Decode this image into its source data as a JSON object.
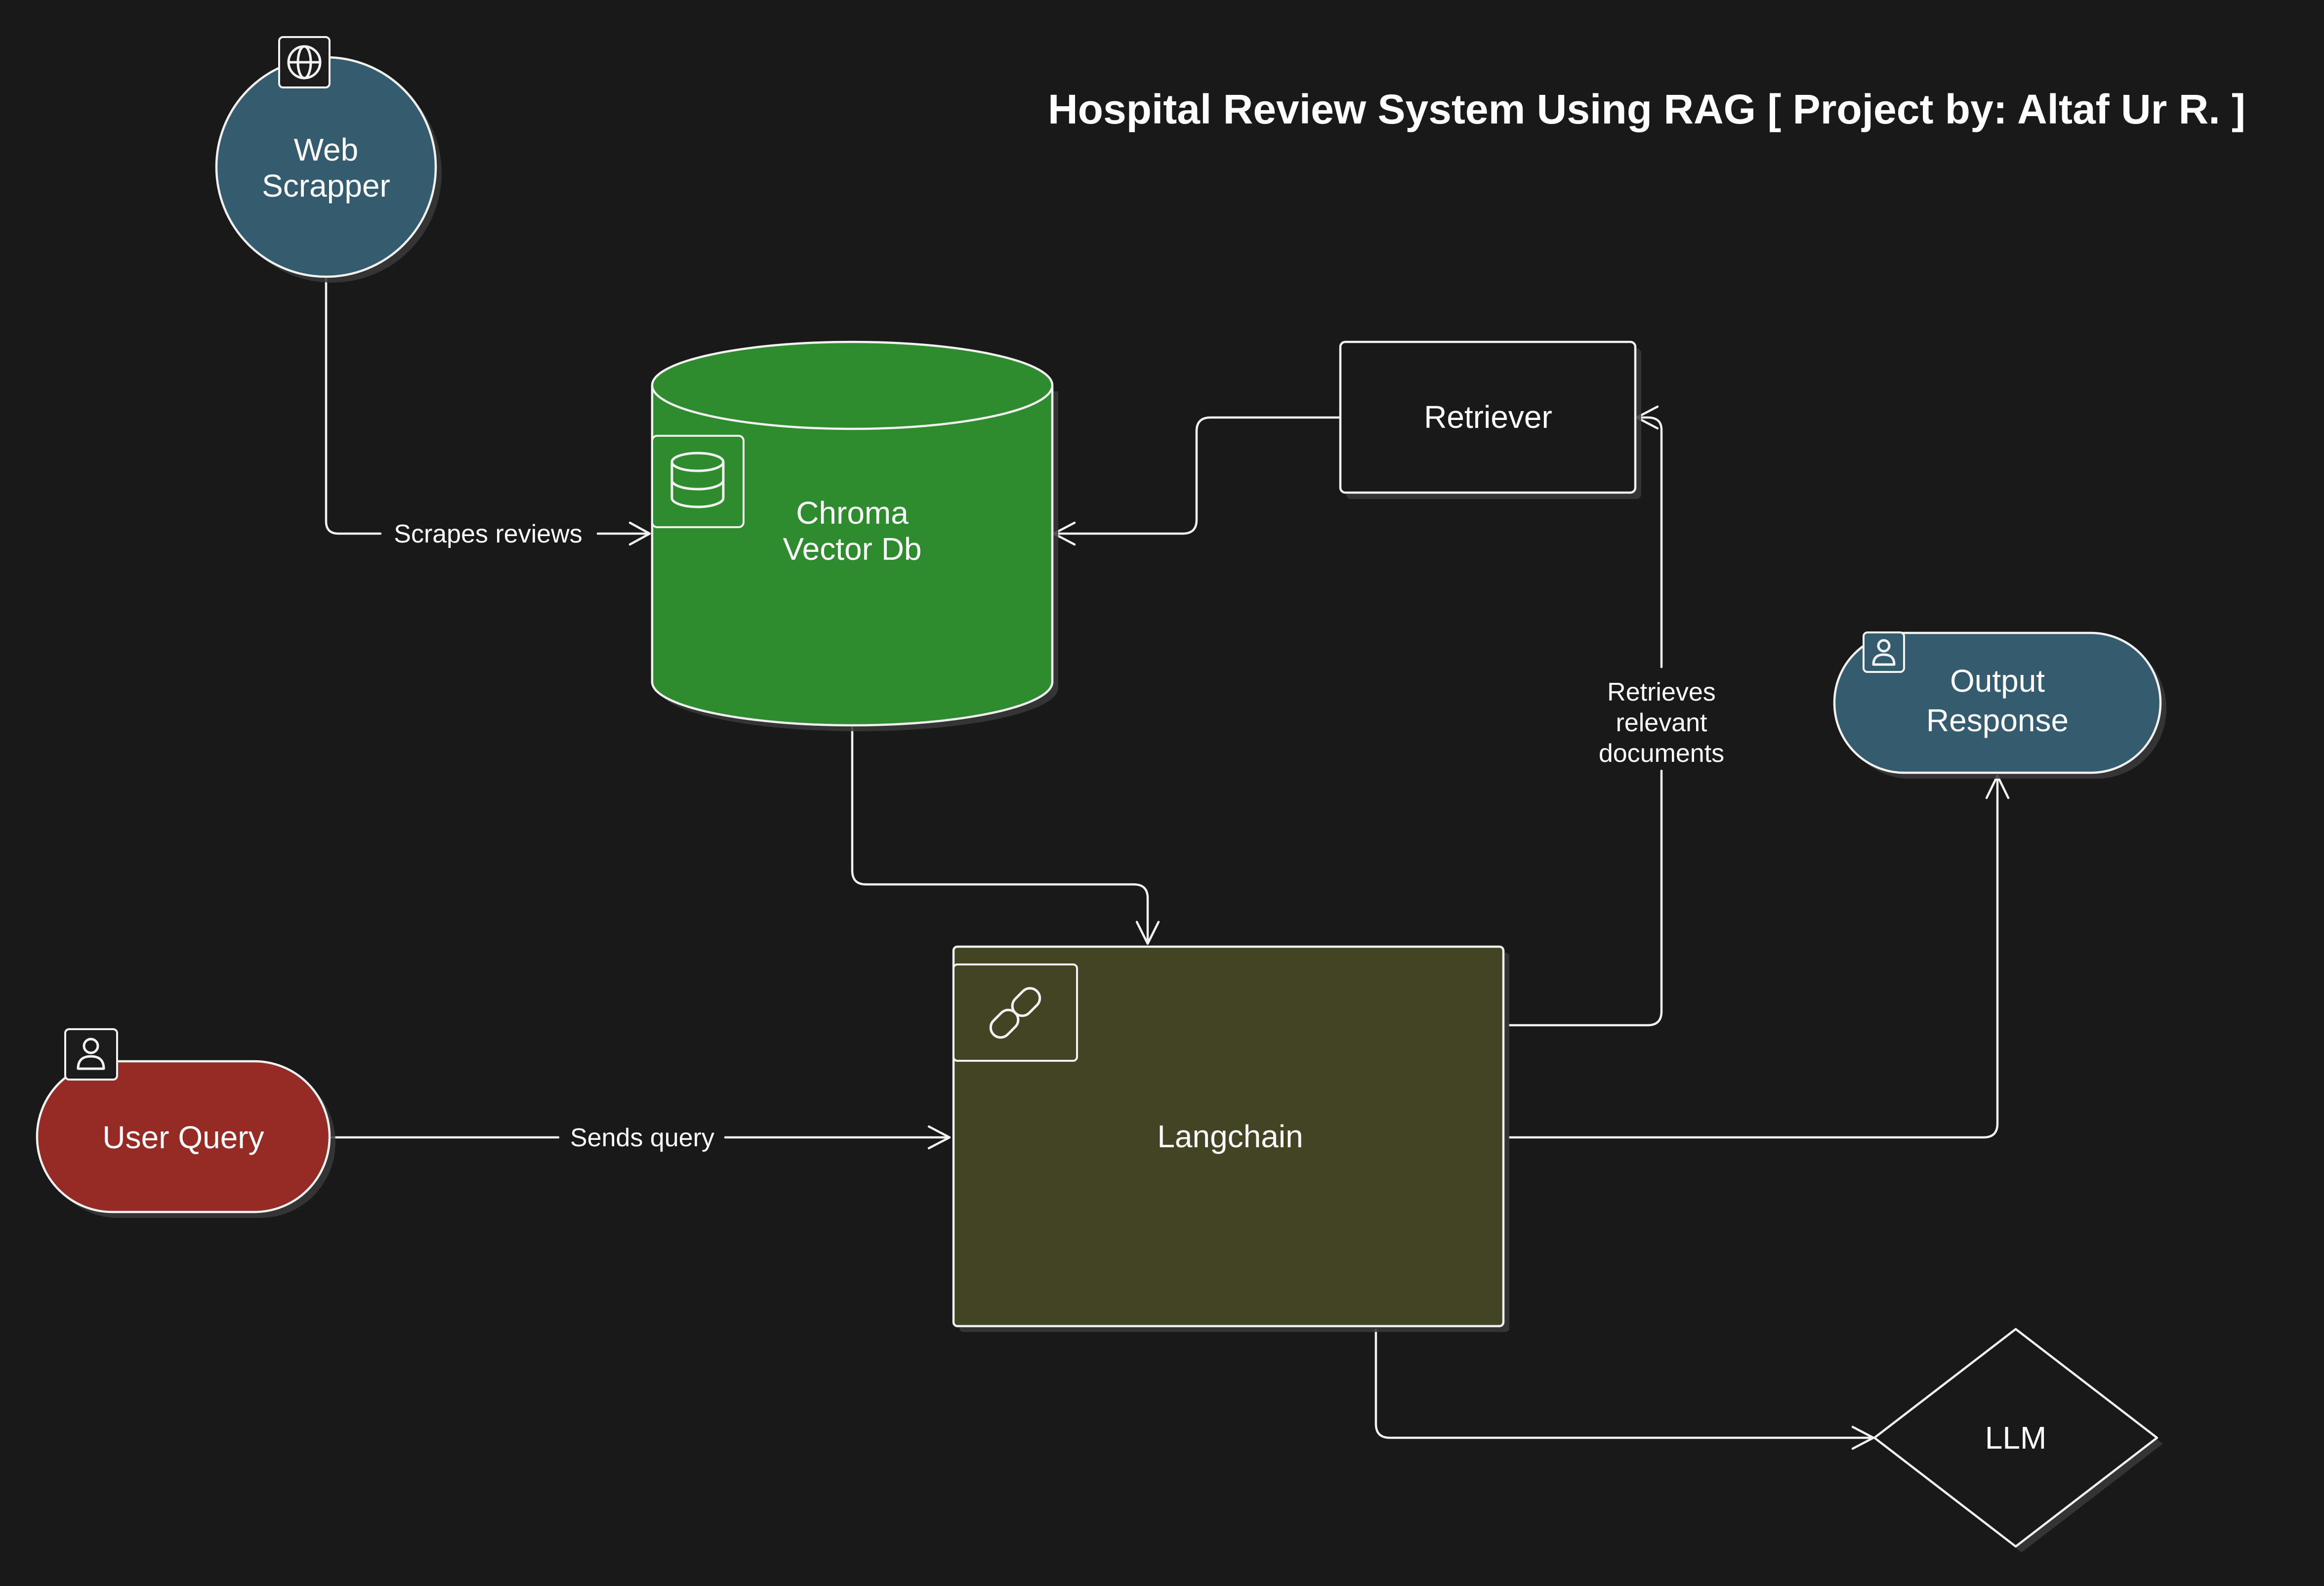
{
  "title": "Hospital Review System Using RAG [ Project by: Altaf Ur R. ]",
  "colors": {
    "background": "#191919",
    "web_scrapper": "#355c6e",
    "chroma": "#2e8b2e",
    "langchain": "#434424",
    "user_query": "#962a25",
    "output_response": "#355c6e",
    "stroke": "#f2f2f2"
  },
  "nodes": {
    "web_scrapper": {
      "line1": "Web",
      "line2": "Scrapper",
      "icon": "globe-icon"
    },
    "chroma": {
      "line1": "Chroma",
      "line2": "Vector Db",
      "icon": "database-icon"
    },
    "retriever": {
      "label": "Retriever"
    },
    "output_response": {
      "line1": "Output",
      "line2": "Response",
      "icon": "user-icon"
    },
    "user_query": {
      "label": "User Query",
      "icon": "user-icon"
    },
    "langchain": {
      "label": "Langchain",
      "icon": "link-icon"
    },
    "llm": {
      "label": "LLM"
    }
  },
  "edges": {
    "scrapes": "Scrapes reviews",
    "sends": "Sends query",
    "retrieves_line1": "Retrieves",
    "retrieves_line2": "relevant",
    "retrieves_line3": "documents"
  }
}
